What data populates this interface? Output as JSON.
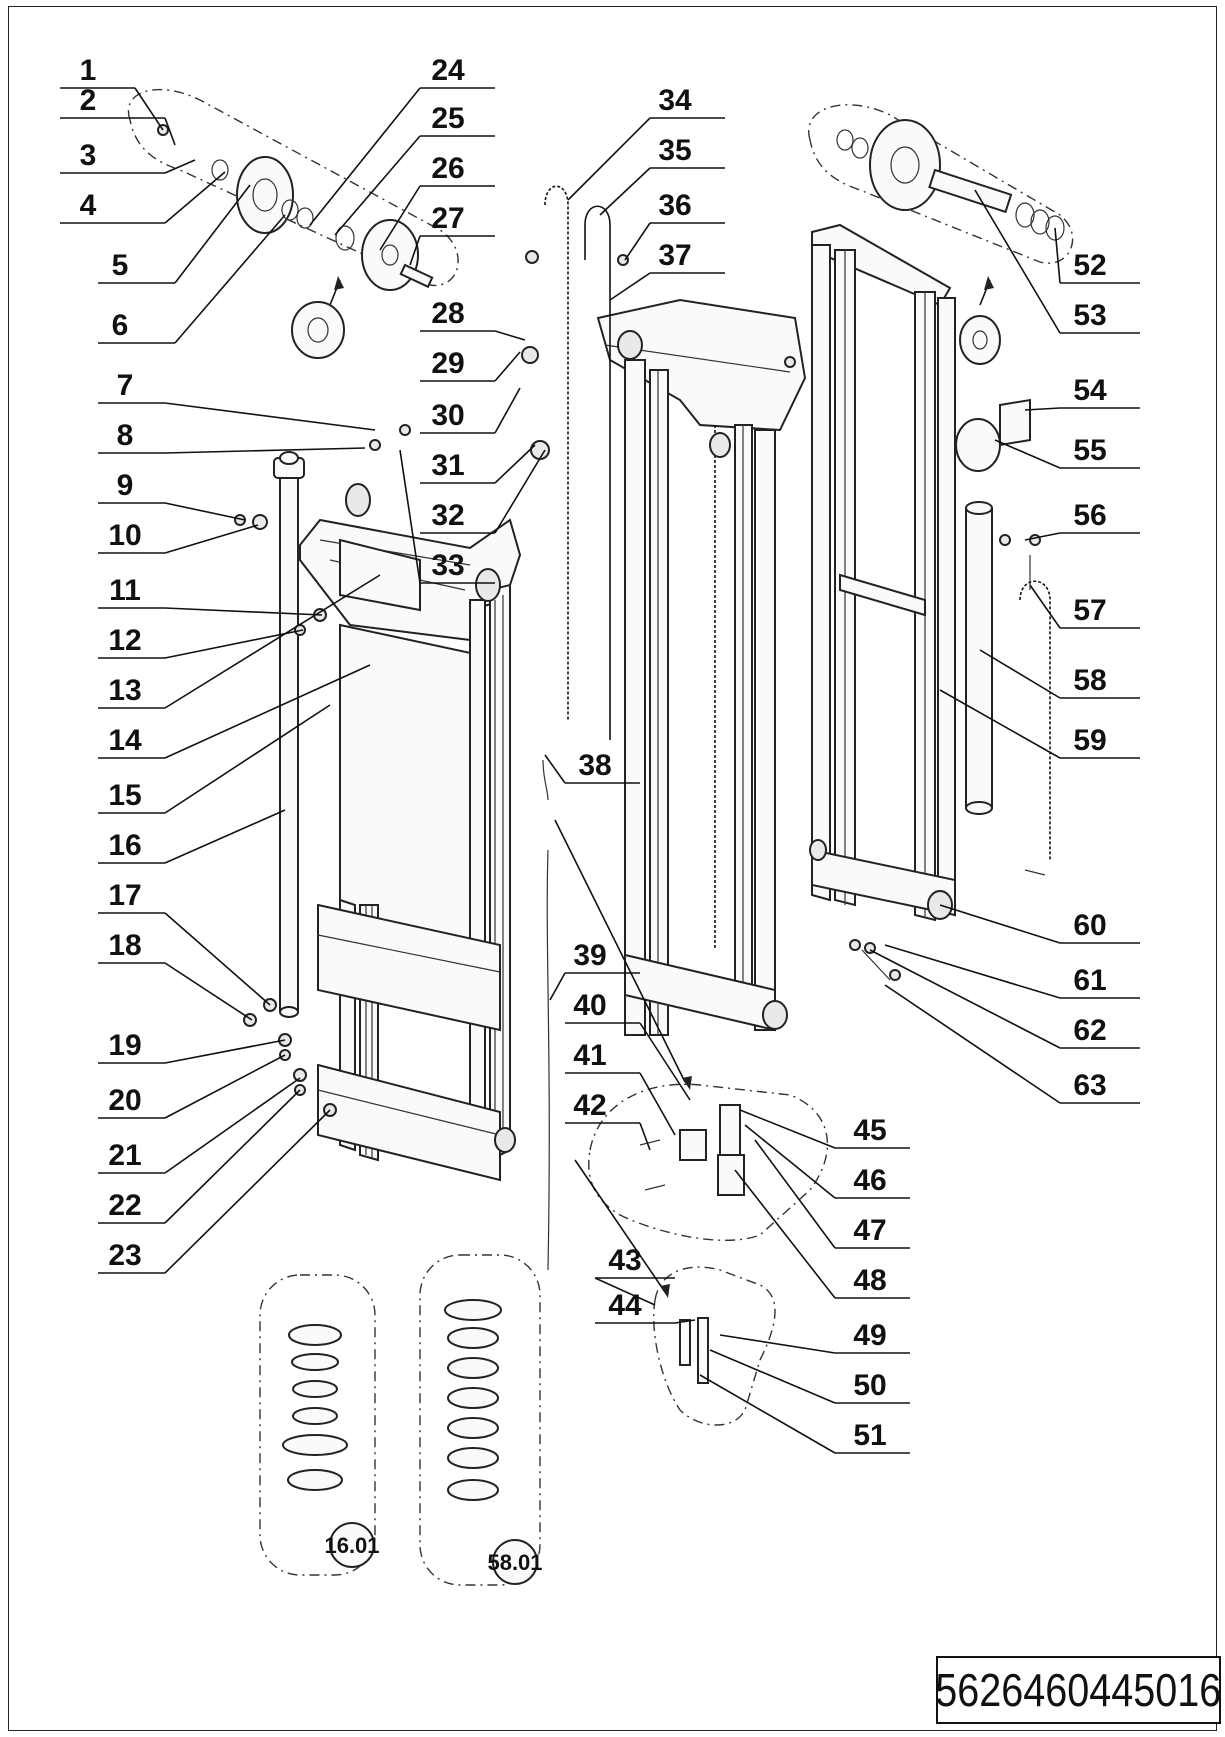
{
  "callouts": [
    "1",
    "2",
    "3",
    "4",
    "5",
    "6",
    "7",
    "8",
    "9",
    "10",
    "11",
    "12",
    "13",
    "14",
    "15",
    "16",
    "17",
    "18",
    "19",
    "20",
    "21",
    "22",
    "23",
    "24",
    "25",
    "26",
    "27",
    "28",
    "29",
    "30",
    "31",
    "32",
    "33",
    "34",
    "35",
    "36",
    "37",
    "38",
    "39",
    "40",
    "41",
    "42",
    "43",
    "44",
    "45",
    "46",
    "47",
    "48",
    "49",
    "50",
    "51",
    "52",
    "53",
    "54",
    "55",
    "56",
    "57",
    "58",
    "59",
    "60",
    "61",
    "62",
    "63"
  ],
  "kits": [
    "16.01",
    "58.01"
  ],
  "document_number": "5626460445016",
  "colors": {
    "ink": "#111111",
    "paper": "#ffffff"
  }
}
